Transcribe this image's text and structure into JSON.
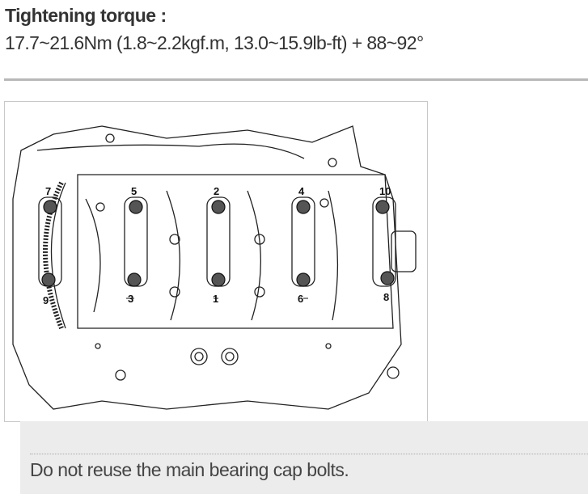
{
  "heading": "Tightening torque :",
  "torque_spec": "17.7~21.6Nm (1.8~2.2kgf.m, 13.0~15.9lb-ft) + 88~92°",
  "figure": {
    "bolt_labels_top": [
      "7",
      "5",
      "2",
      "4",
      "10"
    ],
    "bolt_labels_bottom": [
      "9",
      "3",
      "1",
      "6",
      "8"
    ]
  },
  "note": "Do not reuse the main bearing cap bolts."
}
